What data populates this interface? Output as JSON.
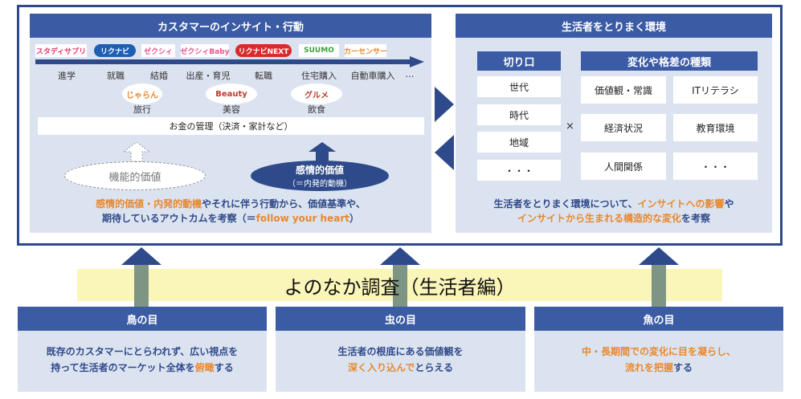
{
  "customer": {
    "title": "カスタマーのインサイト・行動",
    "logos": [
      "スタディサプリ",
      "リクナビ",
      "ゼクシィ",
      "ゼクシィBaby",
      "リクナビNEXT",
      "SUUMO",
      "カーセンサー"
    ],
    "stages": [
      "進学",
      "就職",
      "結婚",
      "出産・育児",
      "転職",
      "住宅購入",
      "自動車購入",
      "…"
    ],
    "services": [
      {
        "logo": "じゃらん",
        "label": "旅行"
      },
      {
        "logo": "Beauty",
        "label": "美容"
      },
      {
        "logo": "グルメ",
        "label": "飲食"
      }
    ],
    "money_bar": "お金の管理（決済・家計など）",
    "functional_value": "機能的価値",
    "emotional_value": "感情的価値",
    "emotional_value_sub": "（＝内発的動機）",
    "desc": {
      "p1": "感情的価値・内発的動機",
      "p2": "やそれに伴う行動から、価値基準や、",
      "p3": "期待しているアウトカムを考察（＝",
      "p4": "follow your heart",
      "p5": "）"
    }
  },
  "environment": {
    "title": "生活者をとりまく環境",
    "cut_title": "切り口",
    "cuts": [
      "世代",
      "時代",
      "地域",
      "・・・"
    ],
    "times": "×",
    "change_title": "変化や格差の種類",
    "changes": [
      "価値観・常識",
      "ITリテラシ",
      "経済状況",
      "教育環境",
      "人間関係",
      "・・・"
    ],
    "desc": {
      "p1": "生活者をとりまく環境について、",
      "p2": "インサイトへの影響",
      "p3": "や",
      "p4": "インサイトから生まれる構造的な変化",
      "p5": "を考察"
    }
  },
  "survey_title": "よのなか調査（生活者編）",
  "eyes": [
    {
      "title": "鳥の目",
      "l1a": "既存のカスタマーにとらわれず、広い視点を",
      "l2a": "持って生活者のマーケット全体を",
      "l2b": "俯瞰",
      "l2c": "する"
    },
    {
      "title": "虫の目",
      "l1a": "生活者の根底にある価値観を",
      "l2a": "",
      "l2b": "深く入り込んで",
      "l2c": "とらえる"
    },
    {
      "title": "魚の目",
      "l1a": "中・長期間での変化に目を凝らし、",
      "l2a": "",
      "l2b": "流れを把握",
      "l2c": "する"
    }
  ],
  "colors": {
    "navy": "#3B5BA5",
    "frame": "#2F4A8A",
    "panel": "#DCE3F0",
    "orange": "#E8882D",
    "yellow": "#FAF5B8"
  }
}
